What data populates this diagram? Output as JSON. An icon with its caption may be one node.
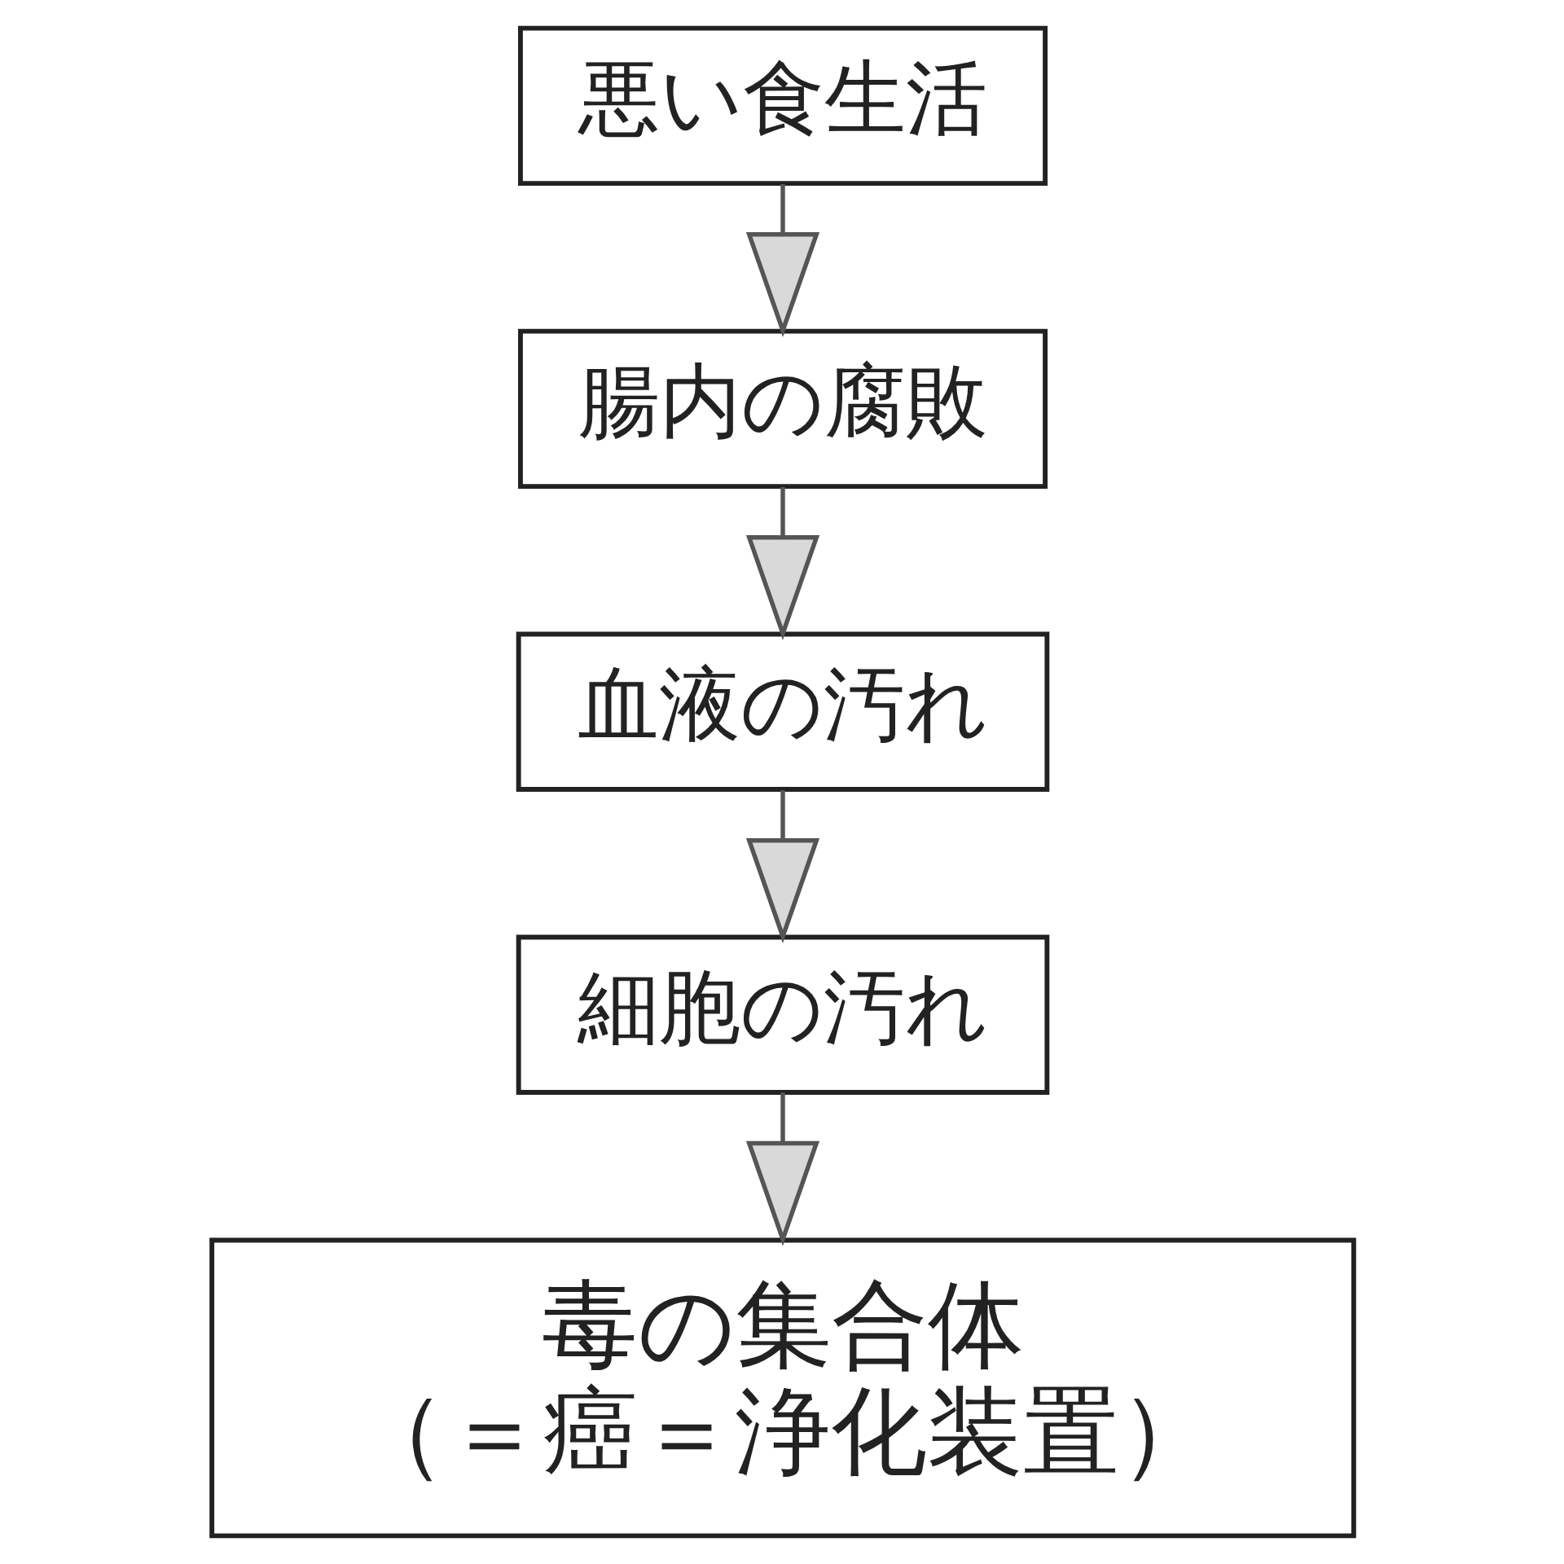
{
  "diagram": {
    "nodes": [
      {
        "text": [
          "悪い食生活"
        ]
      },
      {
        "text": [
          "腸内の腐敗"
        ]
      },
      {
        "text": [
          "血液の汚れ"
        ]
      },
      {
        "text": [
          "細胞の汚れ"
        ]
      },
      {
        "text": [
          "毒の集合体",
          "（＝癌＝浄化装置）"
        ]
      }
    ],
    "edges": [
      {
        "from": 0,
        "to": 1,
        "arrow": "to"
      },
      {
        "from": 1,
        "to": 2,
        "arrow": "to"
      },
      {
        "from": 2,
        "to": 3,
        "arrow": "to"
      },
      {
        "from": 3,
        "to": 4,
        "arrow": "to"
      }
    ]
  }
}
